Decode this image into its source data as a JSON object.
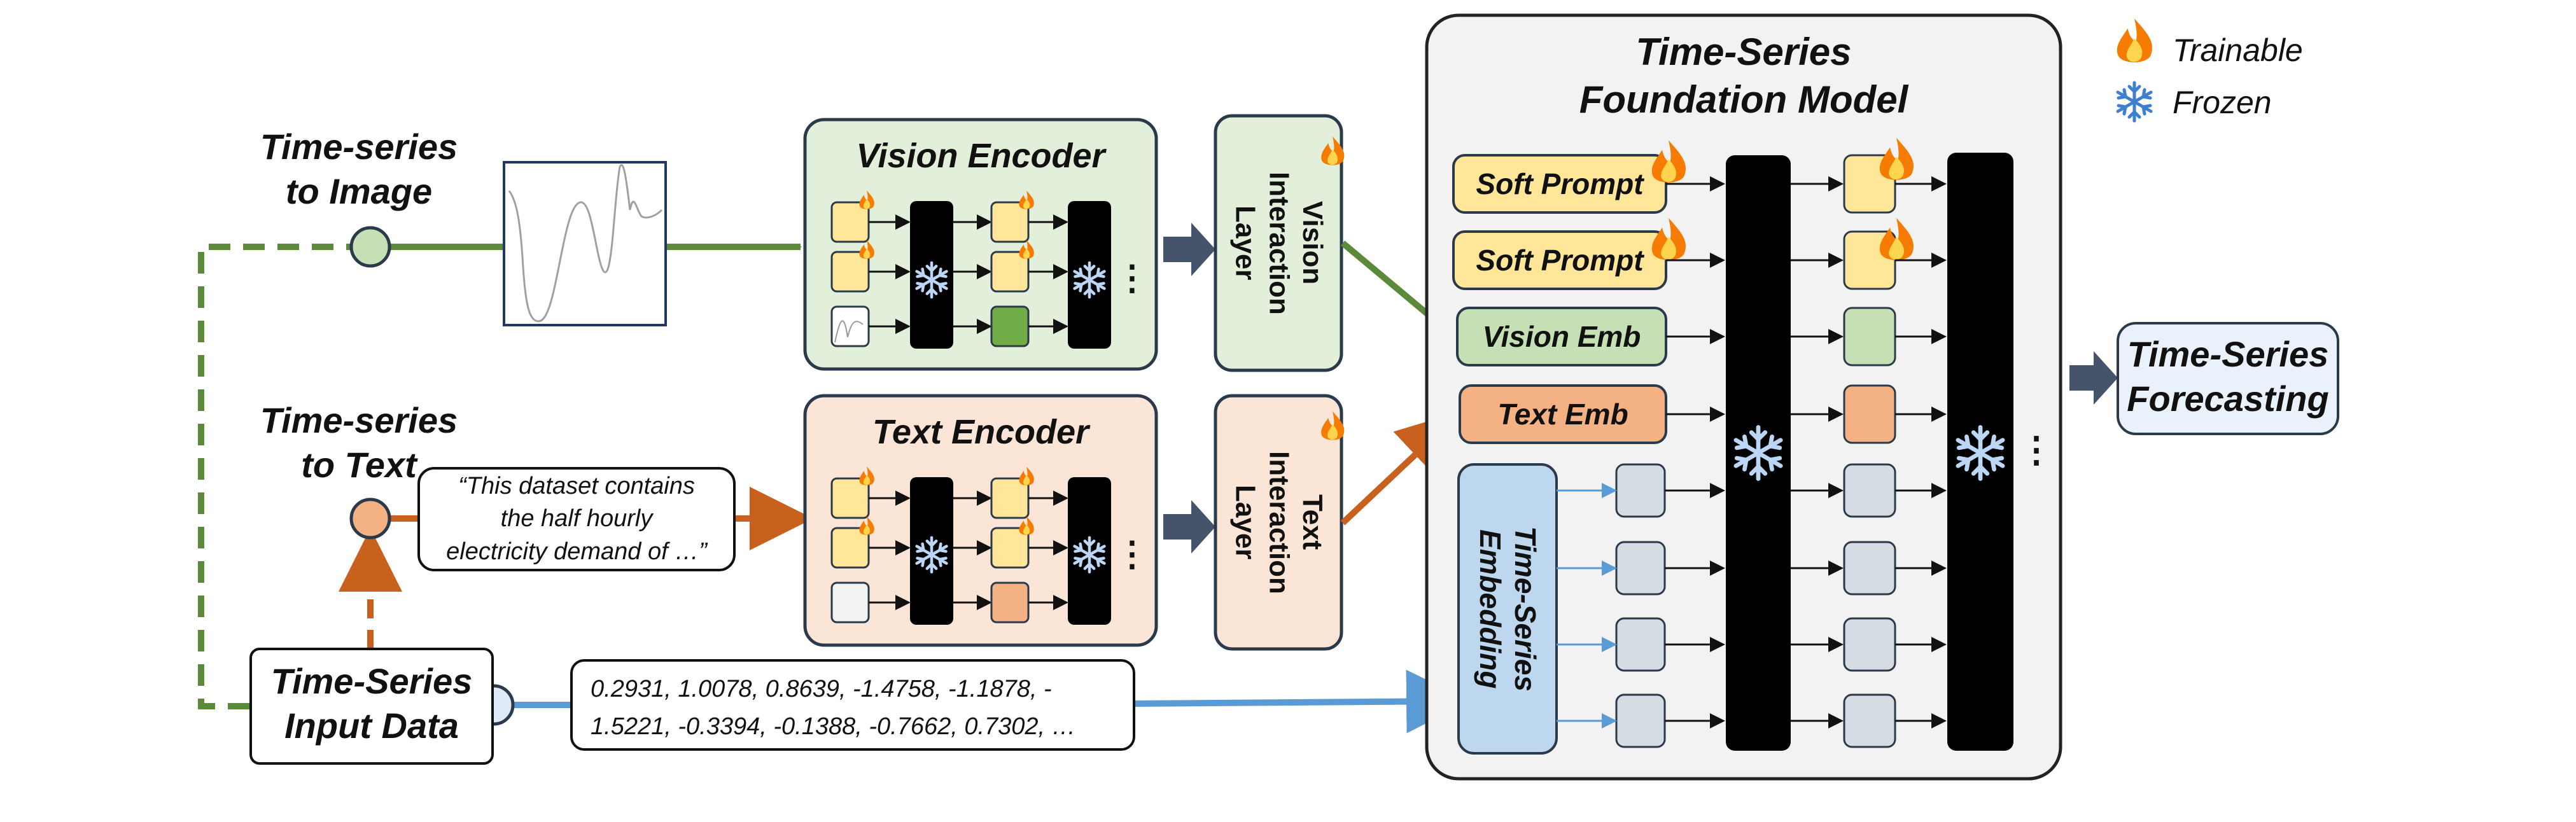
{
  "legend": {
    "trainable": "Trainable",
    "frozen": "Frozen"
  },
  "left": {
    "ts_to_image": "Time-series\nto Image",
    "ts_to_text": "Time-series\nto Text",
    "input_data": "Time-Series\nInput Data",
    "quote": "“This dataset contains\nthe half hourly\nelectricity demand of …”",
    "numbers": "0.2931,  1.0078,  0.8639, -1.4758, -1.1878, -\n1.5221, -0.3394, -0.1388, -0.7662,  0.7302,  …"
  },
  "encoders": {
    "vision": "Vision Encoder",
    "text": "Text Encoder",
    "ellipsis": "⋮"
  },
  "interaction": {
    "vision": "Vision\nInteraction\nLayer",
    "text": "Text\nInteraction\nLayer"
  },
  "foundation": {
    "title": "Time-Series\nFoundation Model",
    "soft_prompt_1": "Soft Prompt",
    "soft_prompt_2": "Soft Prompt",
    "vision_emb": "Vision Emb",
    "text_emb": "Text Emb",
    "ts_embedding": "Time-Series\nEmbedding",
    "ellipsis": "⋮"
  },
  "output": {
    "forecasting": "Time-Series\nForecasting"
  },
  "colors": {
    "green": "#5a8a3a",
    "orange": "#c8601e",
    "blue": "#5b9bd5",
    "navy": "#44546a",
    "green_fill": "#e2efda",
    "orange_fill": "#fbe5d6",
    "yellow_fill": "#ffe699",
    "gray_fill": "#d6dce4",
    "blue_fill": "#bdd7ee"
  }
}
